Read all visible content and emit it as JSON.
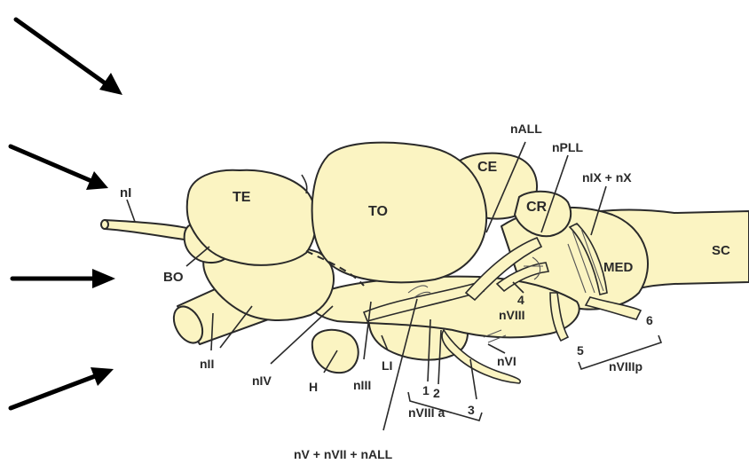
{
  "labels": {
    "nI": "nI",
    "TE": "TE",
    "BO": "BO",
    "TO": "TO",
    "CE": "CE",
    "nALL": "nALL",
    "nPLL": "nPLL",
    "CR": "CR",
    "nIX_nX": "nIX + nX",
    "SC": "SC",
    "MED": "MED",
    "n4": "4",
    "nVIII": "nVIII",
    "n6": "6",
    "n5": "5",
    "nVIIIp": "nVIIIp",
    "nVI": "nVI",
    "nII": "nII",
    "nIV": "nIV",
    "H": "H",
    "nIII": "nIII",
    "LI": "LI",
    "n1": "1",
    "n2": "2",
    "n3": "3",
    "nVIIIa": "nVIII a",
    "nV_nVII_nALL": "nV + nVII + nALL"
  },
  "arrows": {
    "count": 4,
    "color": "#000000"
  },
  "colors": {
    "tissue": "#fbf4c2",
    "outline": "#2a2a2a"
  }
}
